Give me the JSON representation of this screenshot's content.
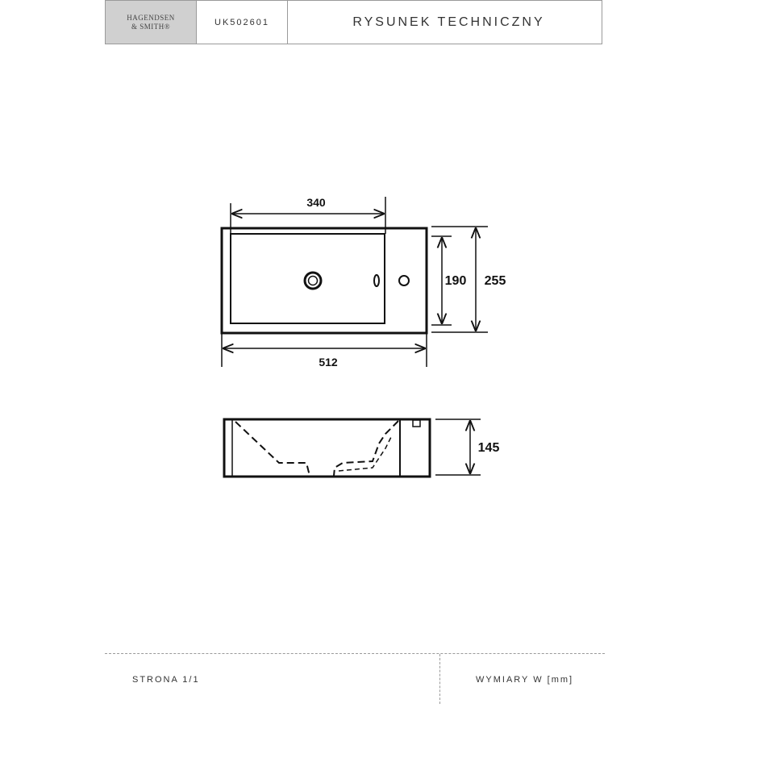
{
  "header": {
    "brand_line1": "HAGENDSEN",
    "brand_line2": "& SMITH®",
    "product_code": "UK502601",
    "title": "RYSUNEK TECHNICZNY"
  },
  "top_view": {
    "dim_inner_width": "340",
    "dim_total_width": "512",
    "dim_inner_depth": "190",
    "dim_total_depth": "255"
  },
  "side_view": {
    "dim_height": "145"
  },
  "footer": {
    "page_label": "STRONA 1/1",
    "units_label": "WYMIARY W [mm]"
  },
  "colors": {
    "line": "#111111",
    "frame": "#9a9a9a",
    "logo_bg": "#d0d0d0"
  }
}
